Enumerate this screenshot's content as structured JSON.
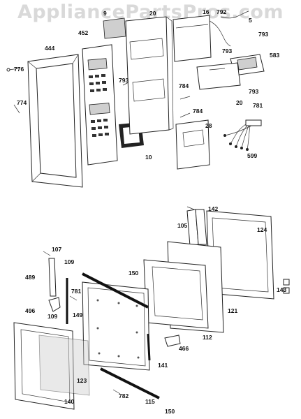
{
  "watermark": "AppliancePartsPros.com",
  "callouts": [
    {
      "id": "9",
      "text": "9"
    },
    {
      "id": "20a",
      "text": "20"
    },
    {
      "id": "16",
      "text": "16"
    },
    {
      "id": "792",
      "text": "792"
    },
    {
      "id": "5x",
      "text": "5"
    },
    {
      "id": "452",
      "text": "452"
    },
    {
      "id": "444",
      "text": "444"
    },
    {
      "id": "793a",
      "text": "793"
    },
    {
      "id": "793b",
      "text": "793"
    },
    {
      "id": "793c",
      "text": "793"
    },
    {
      "id": "793d",
      "text": "793"
    },
    {
      "id": "583",
      "text": "583"
    },
    {
      "id": "776",
      "text": "776"
    },
    {
      "id": "774",
      "text": "774"
    },
    {
      "id": "784a",
      "text": "784"
    },
    {
      "id": "784b",
      "text": "784"
    },
    {
      "id": "20b",
      "text": "20"
    },
    {
      "id": "781a",
      "text": "781"
    },
    {
      "id": "28",
      "text": "28"
    },
    {
      "id": "10",
      "text": "10"
    },
    {
      "id": "599",
      "text": "599"
    },
    {
      "id": "142",
      "text": "142"
    },
    {
      "id": "105",
      "text": "105"
    },
    {
      "id": "124",
      "text": "124"
    },
    {
      "id": "107",
      "text": "107"
    },
    {
      "id": "109a",
      "text": "109"
    },
    {
      "id": "150a",
      "text": "150"
    },
    {
      "id": "489",
      "text": "489"
    },
    {
      "id": "781b",
      "text": "781"
    },
    {
      "id": "149",
      "text": "149"
    },
    {
      "id": "496",
      "text": "496"
    },
    {
      "id": "109b",
      "text": "109"
    },
    {
      "id": "143",
      "text": "143"
    },
    {
      "id": "121",
      "text": "121"
    },
    {
      "id": "112",
      "text": "112"
    },
    {
      "id": "466",
      "text": "466"
    },
    {
      "id": "141",
      "text": "141"
    },
    {
      "id": "123",
      "text": "123"
    },
    {
      "id": "782",
      "text": "782"
    },
    {
      "id": "115",
      "text": "115"
    },
    {
      "id": "140",
      "text": "140"
    },
    {
      "id": "150b",
      "text": "150"
    }
  ]
}
